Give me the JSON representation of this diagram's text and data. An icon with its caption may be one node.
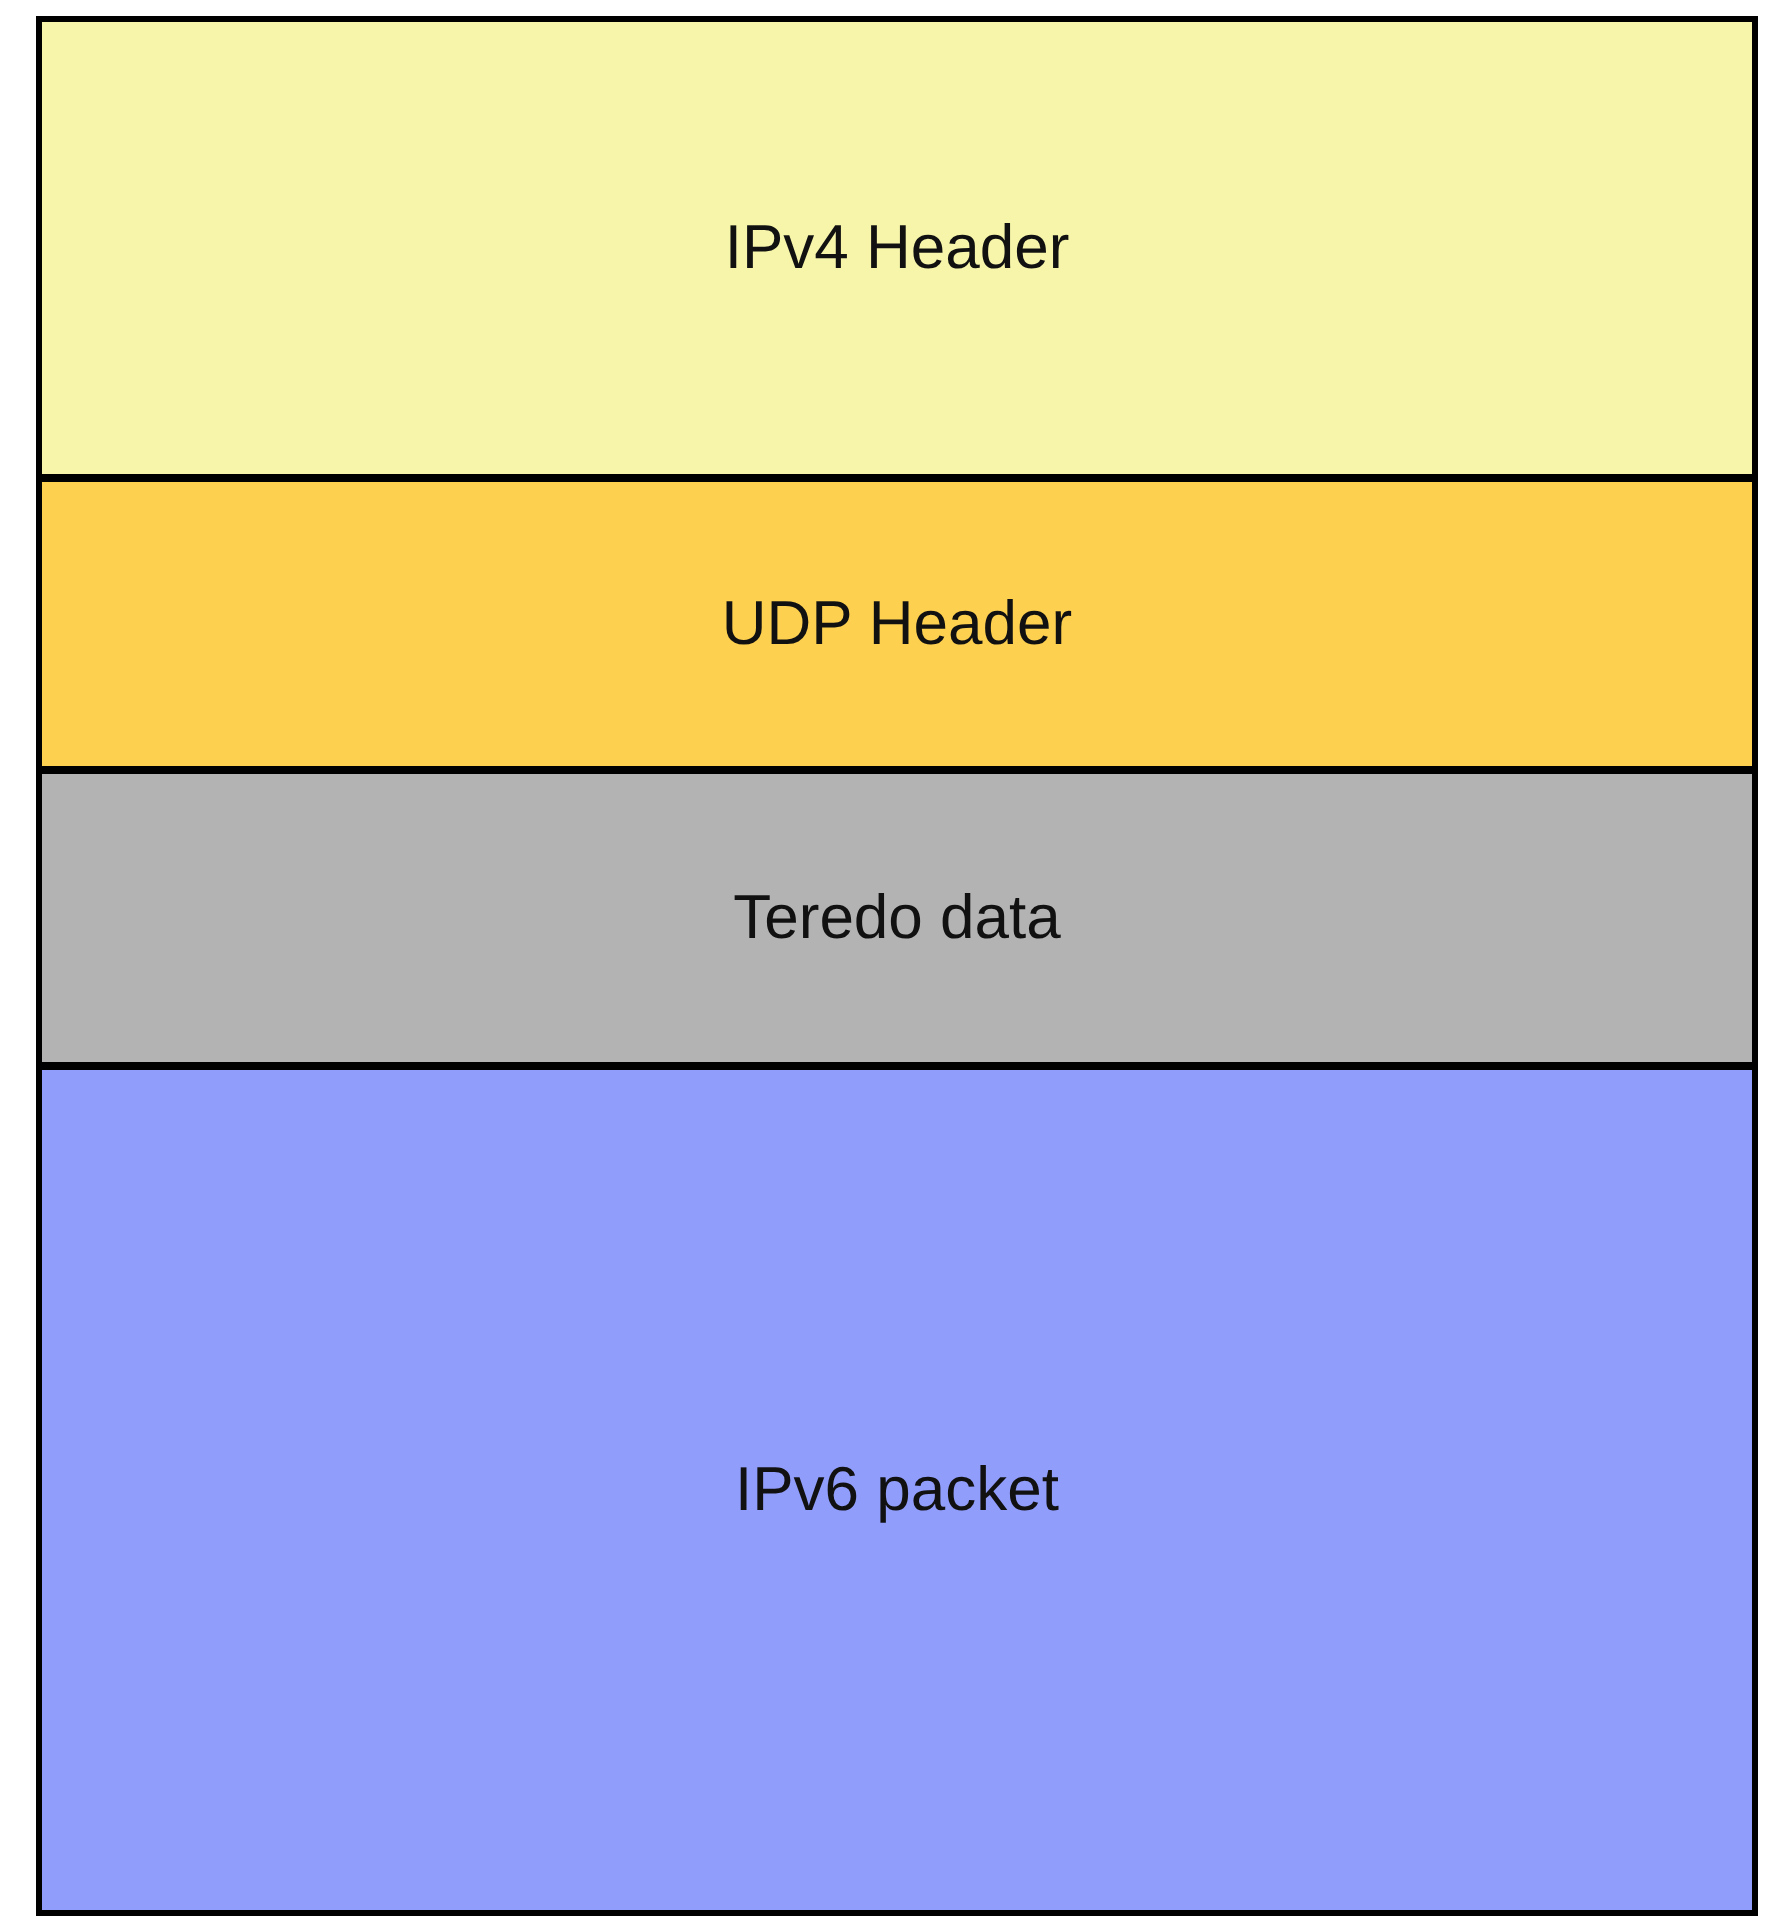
{
  "diagram": {
    "nodes": [
      {
        "text": [
          "IPv4 Header"
        ]
      },
      {
        "text": [
          "UDP Header"
        ]
      },
      {
        "text": [
          "Teredo data"
        ]
      },
      {
        "text": [
          "IPv6 packet"
        ]
      }
    ]
  }
}
